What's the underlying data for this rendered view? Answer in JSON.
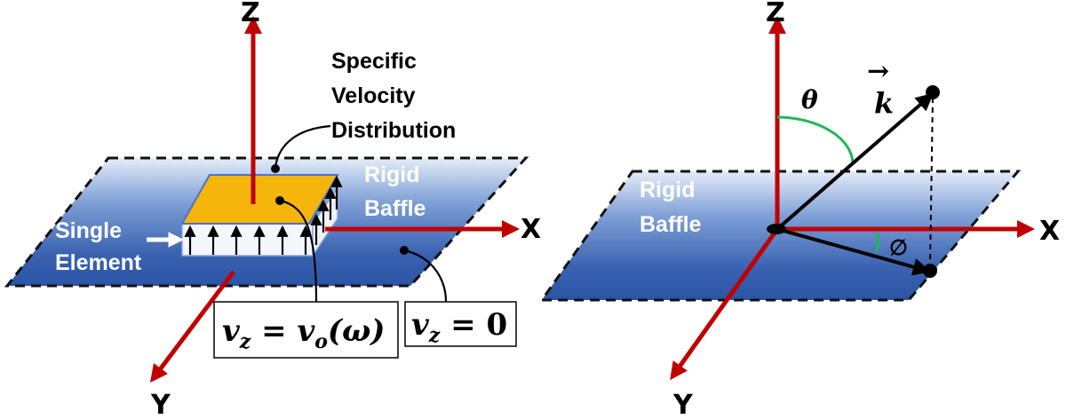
{
  "left_panel": {
    "axes": {
      "z": "Z",
      "x": "X",
      "y": "Y"
    },
    "callout_lines": [
      "Specific",
      "Velocity",
      "Distribution"
    ],
    "baffle_lines": [
      "Rigid",
      "Baffle"
    ],
    "element_lines": [
      "Single",
      "Element"
    ],
    "eq_source": {
      "lhs_var": "v",
      "lhs_sub": "z",
      "eq": " = ",
      "rhs_var": "v",
      "rhs_sub": "o",
      "rhs_arg": "(ω)"
    },
    "eq_baffle": {
      "lhs_var": "v",
      "lhs_sub": "z",
      "eq": " = ",
      "rhs": "0"
    }
  },
  "right_panel": {
    "axes": {
      "z": "Z",
      "x": "X",
      "y": "Y"
    },
    "baffle_lines": [
      "Rigid",
      "Baffle"
    ],
    "theta_symbol": "θ",
    "phi_symbol": "∅",
    "wave_vector": "k",
    "vector_arrow": "→"
  },
  "colors": {
    "axis": "#c00000",
    "baffle_dark": "#2f57a8",
    "baffle_light": "#dfe9f8",
    "source_patch": "#f5b50b",
    "theta_arc": "#1db954",
    "phi_arc": "#1db954"
  }
}
